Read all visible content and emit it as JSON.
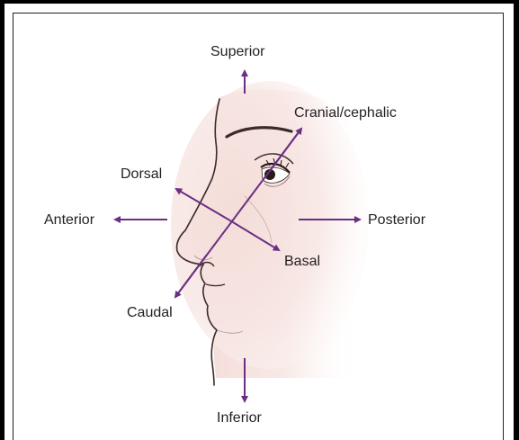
{
  "labels": {
    "superior": "Superior",
    "inferior": "Inferior",
    "anterior": "Anterior",
    "posterior": "Posterior",
    "cranial": "Cranial/cephalic",
    "caudal": "Caudal",
    "dorsal": "Dorsal",
    "basal": "Basal"
  },
  "colors": {
    "arrow": "#6b2f82",
    "skin": "#f2d8d4",
    "outline": "#3a2a2a",
    "text": "#231f20",
    "frame": "#000000"
  }
}
